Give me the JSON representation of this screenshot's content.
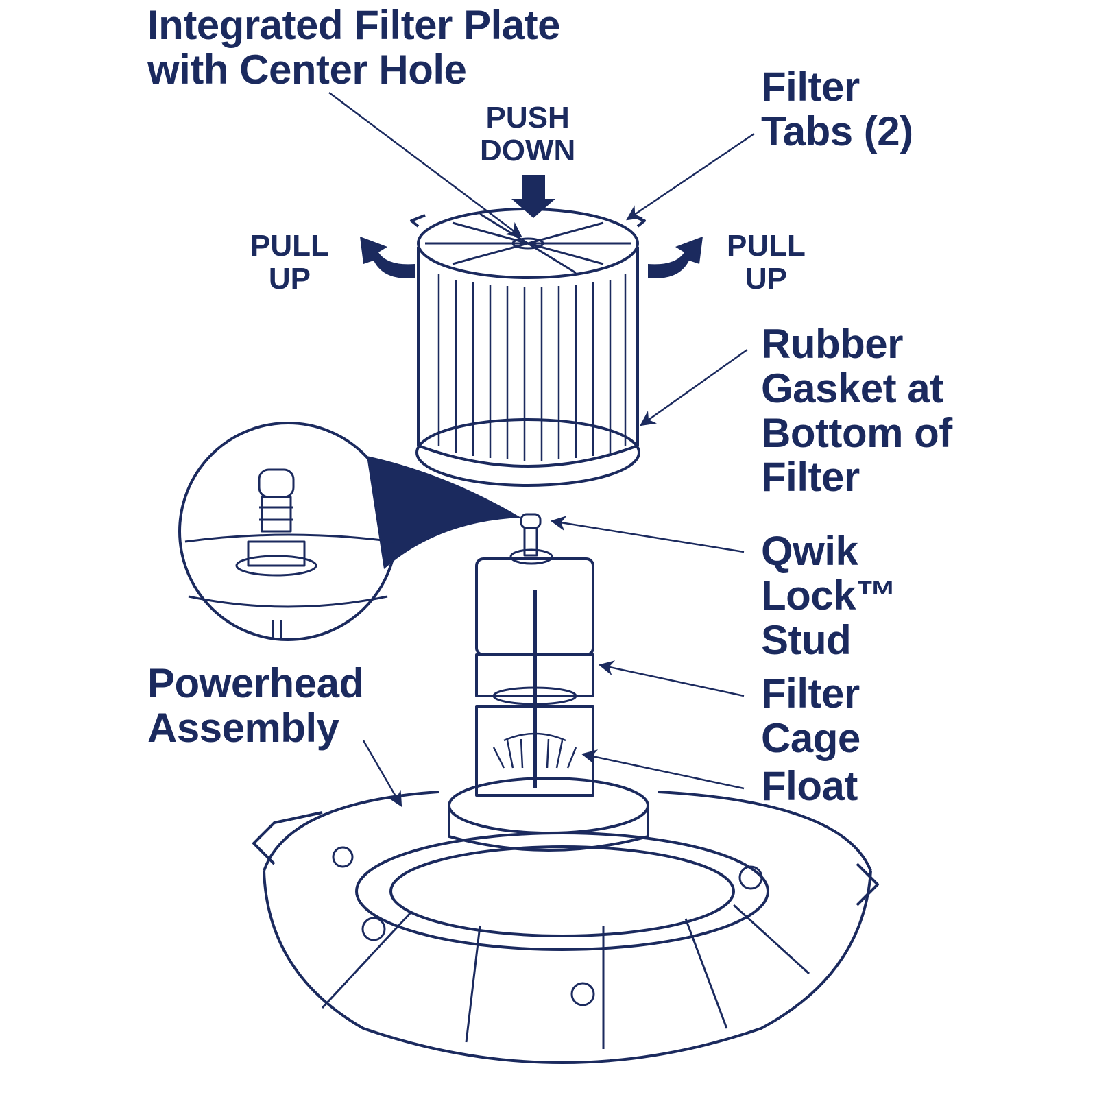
{
  "diagram": {
    "title": "Filter installation diagram",
    "ink_color": "#1b2a5e",
    "labels": {
      "filter_plate": "Integrated Filter Plate\nwith Center Hole",
      "push_down": "PUSH\nDOWN",
      "filter_tabs": "Filter\nTabs (2)",
      "pull_up_left": "PULL\nUP",
      "pull_up_right": "PULL\nUP",
      "rubber_gasket": "Rubber\nGasket at\nBottom of\nFilter",
      "qwik_lock": "Qwik\nLock™\nStud",
      "filter_cage": "Filter\nCage",
      "float": "Float",
      "powerhead": "Powerhead\nAssembly"
    }
  }
}
